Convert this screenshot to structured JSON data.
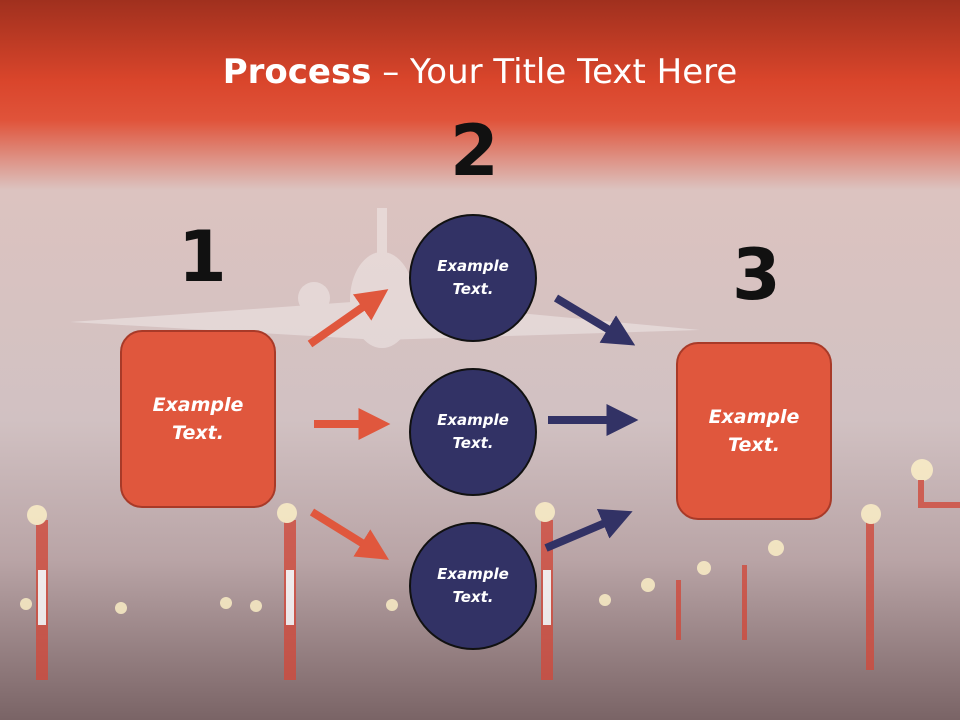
{
  "title": {
    "bold": "Process",
    "rest": " – Your Title Text Here"
  },
  "steps": {
    "n1": "1",
    "n2": "2",
    "n3": "3",
    "box_left": "Example\nText.",
    "box_right": "Example\nText.",
    "circle_top": "Example\nText.",
    "circle_mid": "Example\nText.",
    "circle_bot": "Example\nText."
  },
  "colors": {
    "box": "#e0573d",
    "circle": "#323265",
    "arrow_red": "#e0573d",
    "arrow_blue": "#323265",
    "header": "#d9452b"
  }
}
